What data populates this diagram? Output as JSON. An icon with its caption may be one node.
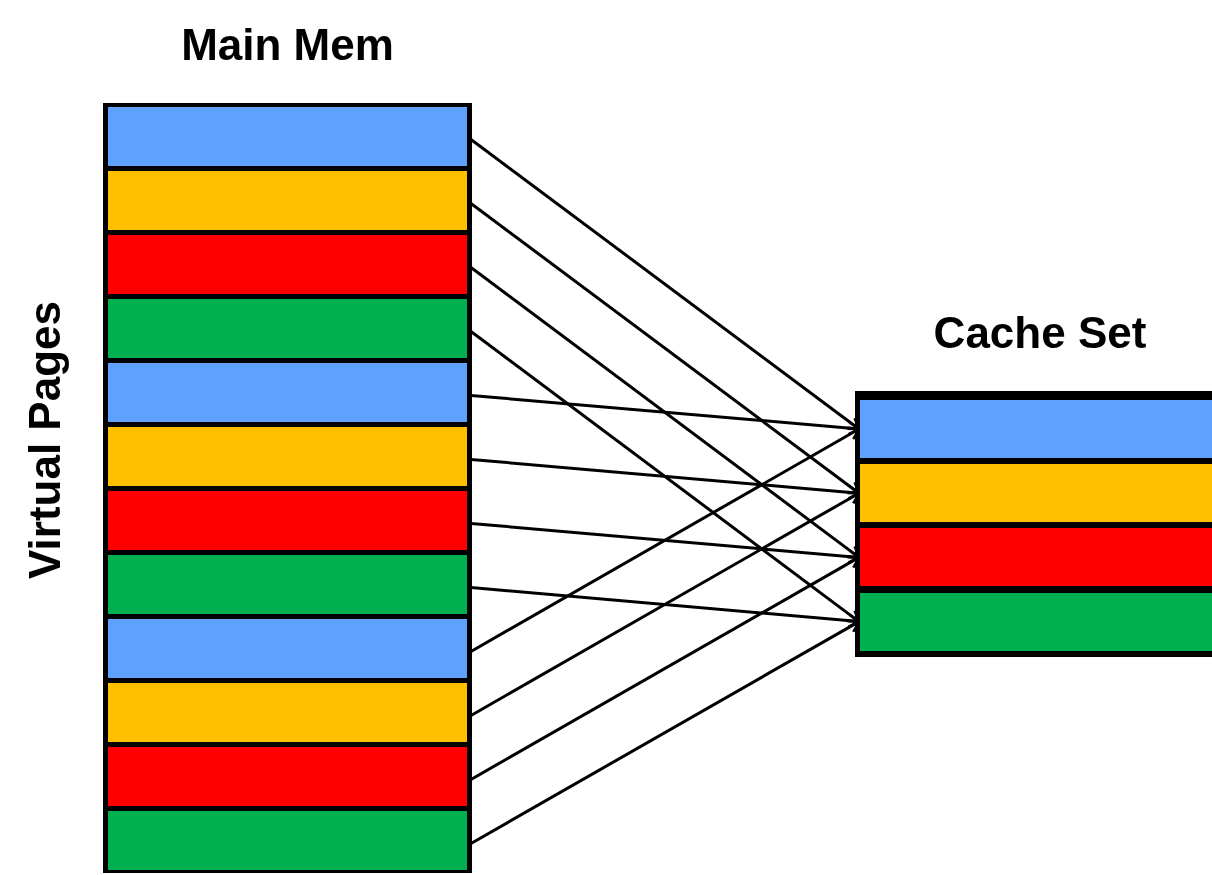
{
  "diagram": {
    "nodes": [
      {
        "text": [
          "Main Mem"
        ]
      },
      {
        "text": [],
        "shape": "bar",
        "in": 0
      },
      {
        "text": [],
        "shape": "bar",
        "in": 0
      },
      {
        "text": [],
        "shape": "bar",
        "in": 0
      },
      {
        "text": [],
        "shape": "bar",
        "in": 0
      },
      {
        "text": [],
        "shape": "bar",
        "in": 0
      },
      {
        "text": [],
        "shape": "bar",
        "in": 0
      },
      {
        "text": [],
        "shape": "bar",
        "in": 0
      },
      {
        "text": [],
        "shape": "bar",
        "in": 0
      },
      {
        "text": [],
        "shape": "bar",
        "in": 0
      },
      {
        "text": [],
        "shape": "bar",
        "in": 0
      },
      {
        "text": [],
        "shape": "bar",
        "in": 0
      },
      {
        "text": [],
        "shape": "bar",
        "in": 0
      },
      {
        "text": [
          "Cache Set"
        ]
      },
      {
        "text": [],
        "shape": "bar",
        "in": 13
      },
      {
        "text": [],
        "shape": "bar",
        "in": 13
      },
      {
        "text": [],
        "shape": "bar",
        "in": 13
      },
      {
        "text": [],
        "shape": "bar",
        "in": 13
      }
    ],
    "edges": [
      {
        "from": 1,
        "to": 14,
        "arrow": "to"
      },
      {
        "from": 2,
        "to": 15,
        "arrow": "to"
      },
      {
        "from": 3,
        "to": 16,
        "arrow": "to"
      },
      {
        "from": 4,
        "to": 17,
        "arrow": "to"
      },
      {
        "from": 5,
        "to": 14,
        "arrow": "to"
      },
      {
        "from": 6,
        "to": 15,
        "arrow": "to"
      },
      {
        "from": 7,
        "to": 16,
        "arrow": "to"
      },
      {
        "from": 8,
        "to": 17,
        "arrow": "to"
      },
      {
        "from": 9,
        "to": 14,
        "arrow": "to"
      },
      {
        "from": 10,
        "to": 15,
        "arrow": "to"
      },
      {
        "from": 11,
        "to": 16,
        "arrow": "to"
      },
      {
        "from": 12,
        "to": 17,
        "arrow": "to"
      }
    ],
    "labels": [
      "Virtual Pages"
    ]
  }
}
